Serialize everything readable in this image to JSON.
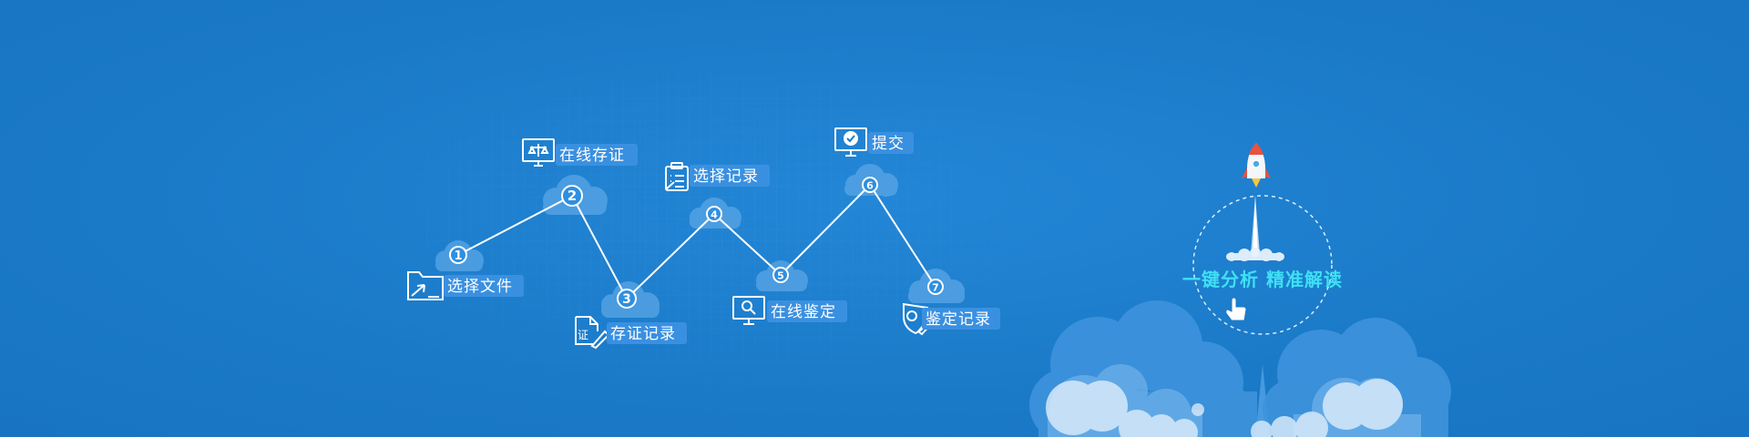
{
  "steps": [
    {
      "num": "1",
      "label": "选择文件",
      "icon": "folder-icon"
    },
    {
      "num": "2",
      "label": "在线存证",
      "icon": "monitor-scale-icon"
    },
    {
      "num": "3",
      "label": "存证记录",
      "icon": "document-certificate-icon"
    },
    {
      "num": "4",
      "label": "选择记录",
      "icon": "clipboard-list-icon"
    },
    {
      "num": "5",
      "label": "在线鉴定",
      "icon": "monitor-search-icon"
    },
    {
      "num": "6",
      "label": "提交",
      "icon": "monitor-check-icon"
    },
    {
      "num": "7",
      "label": "鉴定记录",
      "icon": "shield-badge-icon"
    }
  ],
  "slogan": "一键分析 精准解读",
  "colors": {
    "background": "#1a7ac8",
    "accent": "#3fe0f5",
    "label_bg": "#3a90e0"
  }
}
